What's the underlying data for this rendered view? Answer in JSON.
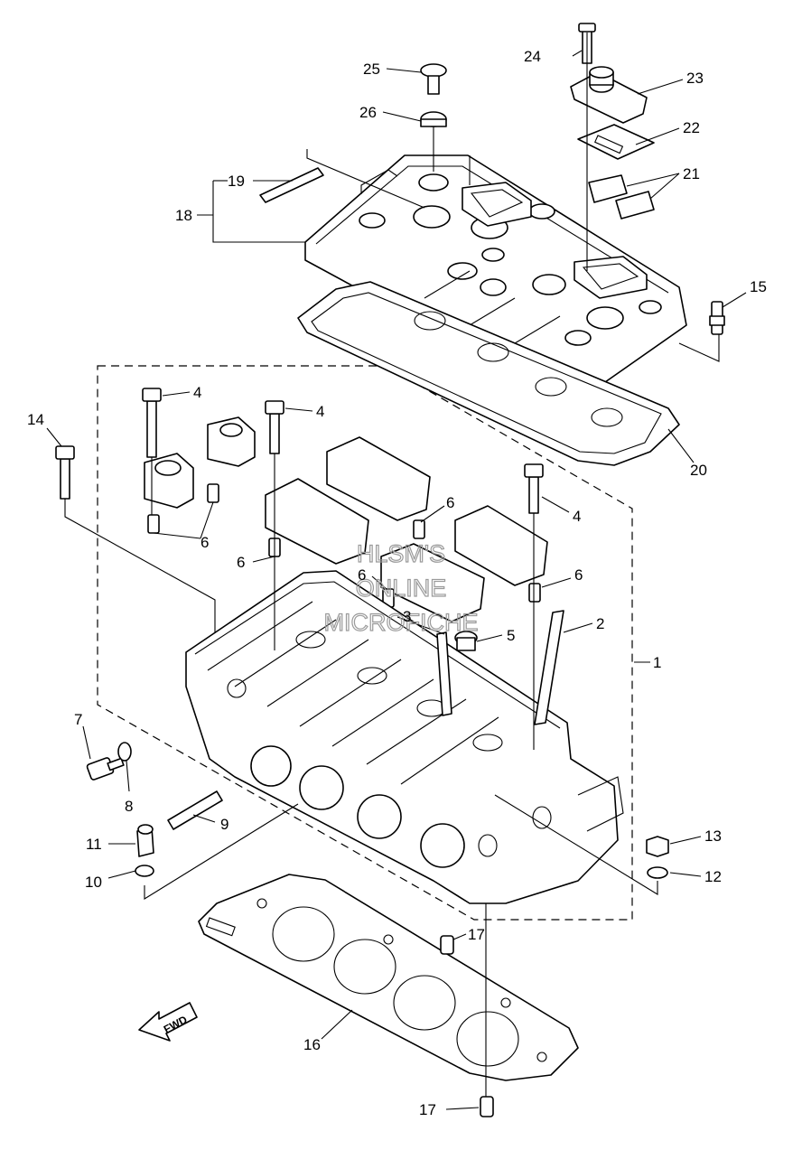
{
  "callouts": [
    {
      "id": "c1",
      "label": "1"
    },
    {
      "id": "c2",
      "label": "2"
    },
    {
      "id": "c3",
      "label": "3"
    },
    {
      "id": "c4a",
      "label": "4"
    },
    {
      "id": "c4b",
      "label": "4"
    },
    {
      "id": "c4c",
      "label": "4"
    },
    {
      "id": "c5",
      "label": "5"
    },
    {
      "id": "c6a",
      "label": "6"
    },
    {
      "id": "c6b",
      "label": "6"
    },
    {
      "id": "c6c",
      "label": "6"
    },
    {
      "id": "c6d",
      "label": "6"
    },
    {
      "id": "c6e",
      "label": "6"
    },
    {
      "id": "c7",
      "label": "7"
    },
    {
      "id": "c8",
      "label": "8"
    },
    {
      "id": "c9",
      "label": "9"
    },
    {
      "id": "c10",
      "label": "10"
    },
    {
      "id": "c11",
      "label": "11"
    },
    {
      "id": "c12",
      "label": "12"
    },
    {
      "id": "c13",
      "label": "13"
    },
    {
      "id": "c14",
      "label": "14"
    },
    {
      "id": "c15",
      "label": "15"
    },
    {
      "id": "c16",
      "label": "16"
    },
    {
      "id": "c17a",
      "label": "17"
    },
    {
      "id": "c17b",
      "label": "17"
    },
    {
      "id": "c18",
      "label": "18"
    },
    {
      "id": "c19",
      "label": "19"
    },
    {
      "id": "c20",
      "label": "20"
    },
    {
      "id": "c21",
      "label": "21"
    },
    {
      "id": "c22",
      "label": "22"
    },
    {
      "id": "c23",
      "label": "23"
    },
    {
      "id": "c24",
      "label": "24"
    },
    {
      "id": "c25",
      "label": "25"
    },
    {
      "id": "c26",
      "label": "26"
    }
  ],
  "watermark": {
    "line1": "HLSM'S",
    "line2": "ONLINE",
    "line3": "MICROFICHE"
  },
  "direction_marker": {
    "label": "FWD"
  }
}
